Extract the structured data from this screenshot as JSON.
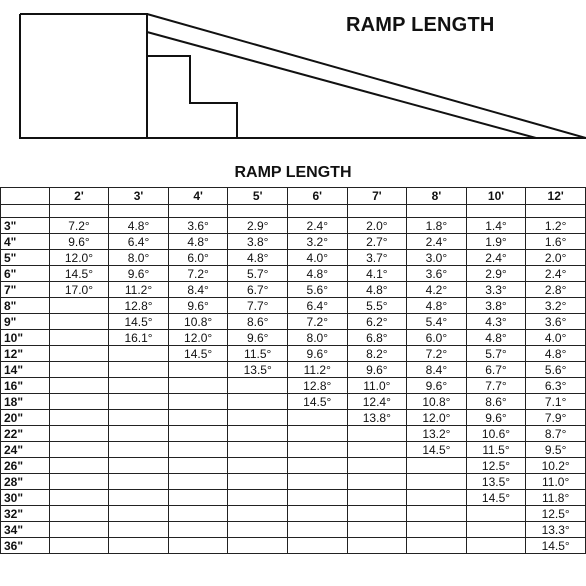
{
  "diagram_title": "RAMP LENGTH",
  "table_title": "RAMP LENGTH",
  "columns": [
    "2'",
    "3'",
    "4'",
    "5'",
    "6'",
    "7'",
    "8'",
    "10'",
    "12'"
  ],
  "rows": [
    {
      "rise": "3\"",
      "values": [
        "7.2°",
        "4.8°",
        "3.6°",
        "2.9°",
        "2.4°",
        "2.0°",
        "1.8°",
        "1.4°",
        "1.2°"
      ]
    },
    {
      "rise": "4\"",
      "values": [
        "9.6°",
        "6.4°",
        "4.8°",
        "3.8°",
        "3.2°",
        "2.7°",
        "2.4°",
        "1.9°",
        "1.6°"
      ]
    },
    {
      "rise": "5\"",
      "values": [
        "12.0°",
        "8.0°",
        "6.0°",
        "4.8°",
        "4.0°",
        "3.7°",
        "3.0°",
        "2.4°",
        "2.0°"
      ]
    },
    {
      "rise": "6\"",
      "values": [
        "14.5°",
        "9.6°",
        "7.2°",
        "5.7°",
        "4.8°",
        "4.1°",
        "3.6°",
        "2.9°",
        "2.4°"
      ]
    },
    {
      "rise": "7\"",
      "values": [
        "17.0°",
        "11.2°",
        "8.4°",
        "6.7°",
        "5.6°",
        "4.8°",
        "4.2°",
        "3.3°",
        "2.8°"
      ]
    },
    {
      "rise": "8\"",
      "values": [
        "",
        "12.8°",
        "9.6°",
        "7.7°",
        "6.4°",
        "5.5°",
        "4.8°",
        "3.8°",
        "3.2°"
      ]
    },
    {
      "rise": "9\"",
      "values": [
        "",
        "14.5°",
        "10.8°",
        "8.6°",
        "7.2°",
        "6.2°",
        "5.4°",
        "4.3°",
        "3.6°"
      ]
    },
    {
      "rise": "10\"",
      "values": [
        "",
        "16.1°",
        "12.0°",
        "9.6°",
        "8.0°",
        "6.8°",
        "6.0°",
        "4.8°",
        "4.0°"
      ]
    },
    {
      "rise": "12\"",
      "values": [
        "",
        "",
        "14.5°",
        "11.5°",
        "9.6°",
        "8.2°",
        "7.2°",
        "5.7°",
        "4.8°"
      ]
    },
    {
      "rise": "14\"",
      "values": [
        "",
        "",
        "",
        "13.5°",
        "11.2°",
        "9.6°",
        "8.4°",
        "6.7°",
        "5.6°"
      ]
    },
    {
      "rise": "16\"",
      "values": [
        "",
        "",
        "",
        "",
        "12.8°",
        "11.0°",
        "9.6°",
        "7.7°",
        "6.3°"
      ]
    },
    {
      "rise": "18\"",
      "values": [
        "",
        "",
        "",
        "",
        "14.5°",
        "12.4°",
        "10.8°",
        "8.6°",
        "7.1°"
      ]
    },
    {
      "rise": "20\"",
      "values": [
        "",
        "",
        "",
        "",
        "",
        "13.8°",
        "12.0°",
        "9.6°",
        "7.9°"
      ]
    },
    {
      "rise": "22\"",
      "values": [
        "",
        "",
        "",
        "",
        "",
        "",
        "13.2°",
        "10.6°",
        "8.7°"
      ]
    },
    {
      "rise": "24\"",
      "values": [
        "",
        "",
        "",
        "",
        "",
        "",
        "14.5°",
        "11.5°",
        "9.5°"
      ]
    },
    {
      "rise": "26\"",
      "values": [
        "",
        "",
        "",
        "",
        "",
        "",
        "",
        "12.5°",
        "10.2°"
      ]
    },
    {
      "rise": "28\"",
      "values": [
        "",
        "",
        "",
        "",
        "",
        "",
        "",
        "13.5°",
        "11.0°"
      ]
    },
    {
      "rise": "30\"",
      "values": [
        "",
        "",
        "",
        "",
        "",
        "",
        "",
        "14.5°",
        "11.8°"
      ]
    },
    {
      "rise": "32\"",
      "values": [
        "",
        "",
        "",
        "",
        "",
        "",
        "",
        "",
        "12.5°"
      ]
    },
    {
      "rise": "34\"",
      "values": [
        "",
        "",
        "",
        "",
        "",
        "",
        "",
        "",
        "13.3°"
      ]
    },
    {
      "rise": "36\"",
      "values": [
        "",
        "",
        "",
        "",
        "",
        "",
        "",
        "",
        "14.5°"
      ]
    }
  ]
}
